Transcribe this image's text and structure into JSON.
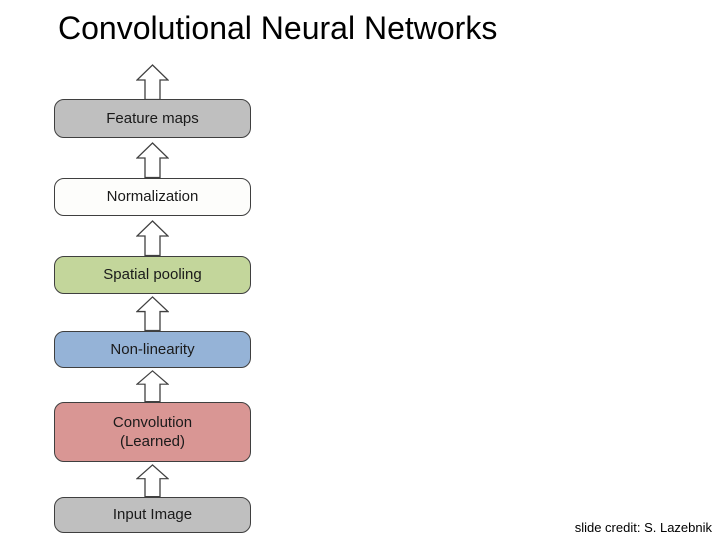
{
  "title": "Convolutional Neural Networks",
  "credit": "slide credit: S. Lazebnik",
  "colors": {
    "background": "#ffffff",
    "box_border": "#3f3f3f",
    "arrow_fill": "#ffffff",
    "arrow_stroke": "#404040",
    "text": "#1a1a1a"
  },
  "layers": [
    {
      "label": "Feature maps",
      "color": "#bfbfbf"
    },
    {
      "label": "Normalization",
      "color": "#fdfdfb"
    },
    {
      "label": "Spatial pooling",
      "color": "#c3d69b"
    },
    {
      "label": "Non-linearity",
      "color": "#95b3d7"
    },
    {
      "label": "Convolution\n(Learned)",
      "color": "#d99694"
    },
    {
      "label": "Input Image",
      "color": "#bfbfbf"
    }
  ]
}
